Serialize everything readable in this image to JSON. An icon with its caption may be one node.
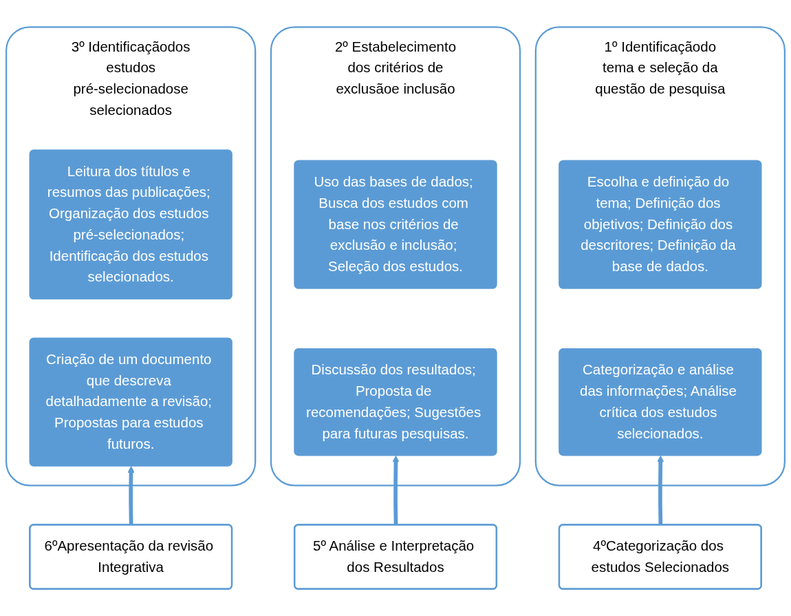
{
  "diagram": {
    "nodes": [
      {
        "text": [
          "1º Identificaçãodo tema e seleção da questão de pesquisa"
        ]
      },
      {
        "text": [
          "Escolha e definição do tema; Definição dos objetivos; Definição dos descritores; Definição da base de dados."
        ],
        "in": 0
      },
      {
        "text": [
          "Categorização e análise das informações; Análise crítica dos estudos selecionados."
        ],
        "in": 0
      },
      {
        "text": [
          "2º Estabelecimento dos critérios de exclusãoe inclusão"
        ]
      },
      {
        "text": [
          "Uso das bases de dados; Busca dos estudos com base nos critérios de exclusão e inclusão; Seleção dos estudos."
        ],
        "in": 3
      },
      {
        "text": [
          "Discussão dos resultados; Proposta de recomendações; Sugestões para futuras pesquisas."
        ],
        "in": 3
      },
      {
        "text": [
          "3º Identificaçãodos estudos pré-selecionadose selecionados"
        ]
      },
      {
        "text": [
          "Leitura dos títulos e resumos das publicações; Organização dos estudos pré-selecionados; Identificação dos estudos selecionados."
        ],
        "in": 6
      },
      {
        "text": [
          "Criação de um documento que descreva detalhadamente a revisão; Propostas para estudos futuros."
        ],
        "in": 6
      },
      {
        "text": [
          "4ºCategorização dos estudos Selecionados"
        ]
      },
      {
        "text": [
          "5º Análise e Interpretação dos Resultados"
        ]
      },
      {
        "text": [
          "6ºApresentação da revisão Integrativa"
        ]
      }
    ],
    "edges": [
      {
        "from": 9,
        "to": 2,
        "arrow": "to"
      },
      {
        "from": 10,
        "to": 5,
        "arrow": "to"
      },
      {
        "from": 11,
        "to": 8,
        "arrow": "to"
      }
    ]
  }
}
